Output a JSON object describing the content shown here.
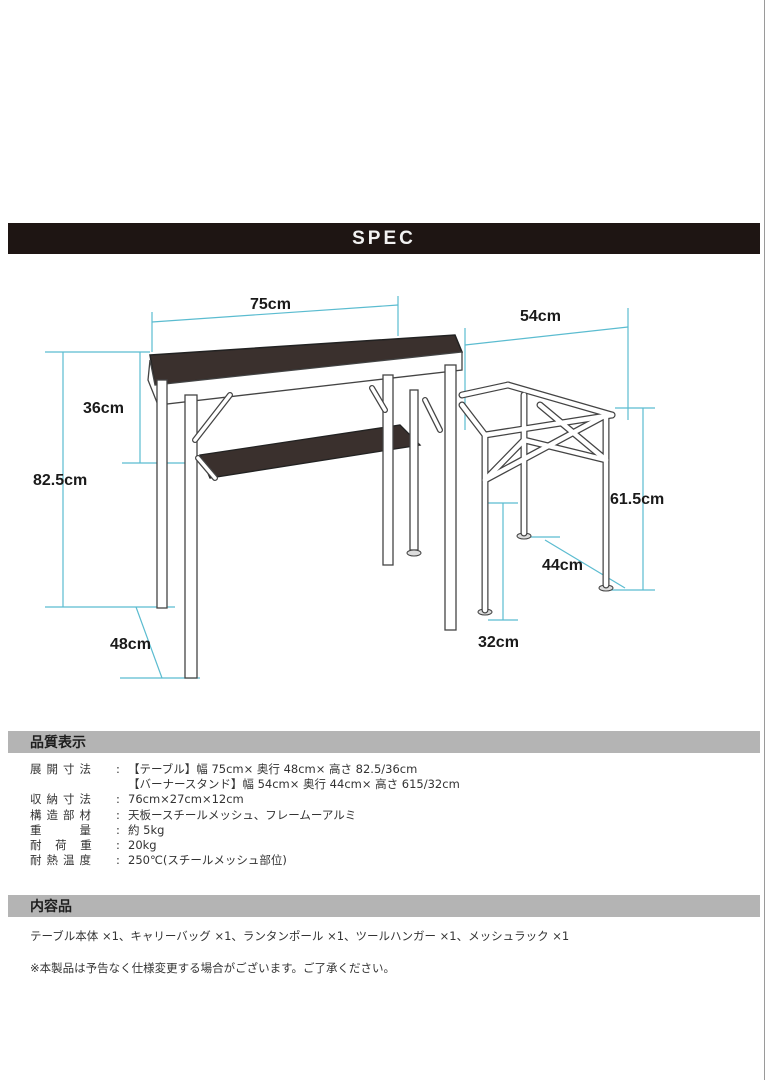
{
  "header": {
    "title": "SPEC"
  },
  "diagram": {
    "table_labels": {
      "width": "75cm",
      "shelf_height": "36cm",
      "height": "82.5cm",
      "depth": "48cm"
    },
    "stand_labels": {
      "width": "54cm",
      "height": "61.5cm",
      "depth": "44cm",
      "low_height": "32cm"
    },
    "colors": {
      "dimension_line": "#5bbcd0",
      "mesh": "#3a302d",
      "frame": "#555555"
    }
  },
  "quality": {
    "title": "品質表示",
    "rows": [
      {
        "key": "展開寸法",
        "value": "【テーブル】幅 75cm× 奥行 48cm× 高さ 82.5/36cm"
      },
      {
        "key": "",
        "value": "【バーナースタンド】幅 54cm× 奥行 44cm× 高さ 615/32cm"
      },
      {
        "key": "収納寸法",
        "value": "76cm×27cm×12cm"
      },
      {
        "key": "構造部材",
        "value": "天板ースチールメッシュ、フレームーアルミ"
      },
      {
        "key": "重　　量",
        "value": "約 5kg"
      },
      {
        "key": "耐 荷 重",
        "value": "20kg"
      },
      {
        "key": "耐熱温度",
        "value": "250℃(スチールメッシュ部位)"
      }
    ]
  },
  "contents": {
    "title": "内容品",
    "items": "テーブル本体 ×1、キャリーバッグ ×1、ランタンポール ×1、ツールハンガー ×1、メッシュラック ×1",
    "note": "※本製品は予告なく仕様変更する場合がございます。ご了承ください。"
  }
}
